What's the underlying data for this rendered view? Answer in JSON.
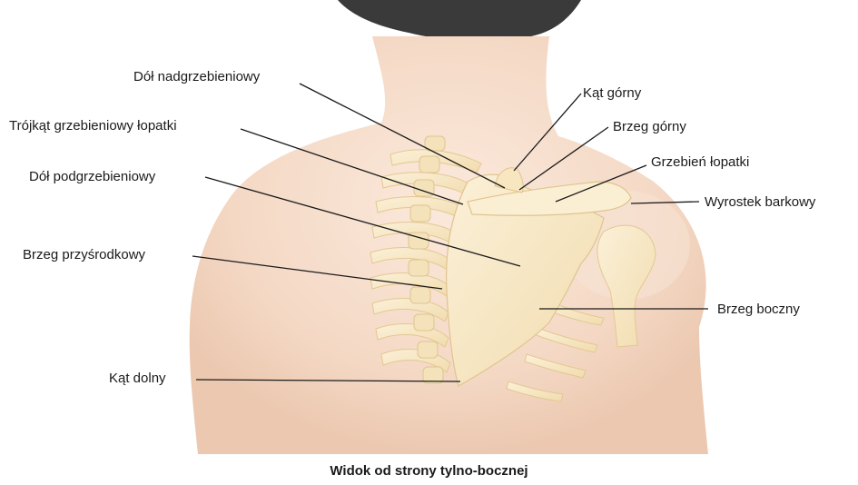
{
  "caption": "Widok od strony tylno-bocznej",
  "labels": {
    "supraspinous_fossa": "Dół nadgrzebieniowy",
    "superior_angle": "Kąt górny",
    "spine_triangle": "Trójkąt grzebieniowy łopatki",
    "superior_border": "Brzeg górny",
    "spine": "Grzebień łopatki",
    "infraspinous_fossa": "Dół podgrzebieniowy",
    "acromion": "Wyrostek barkowy",
    "medial_border": "Brzeg przyśrodkowy",
    "lateral_border": "Brzeg boczny",
    "inferior_angle": "Kąt dolny"
  },
  "colors": {
    "skin": "#f6dfcf",
    "skin_shadow": "#eac7b1",
    "hair": "#3a3a3a",
    "bone": "#f8e8c4",
    "bone_shadow": "#e8cf9d",
    "leader": "#1a1a1a"
  }
}
